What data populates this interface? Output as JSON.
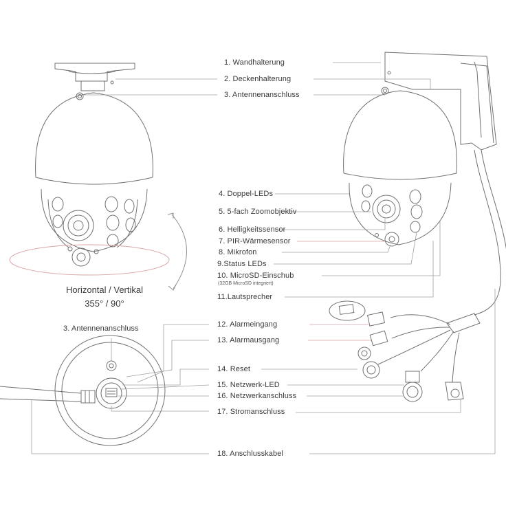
{
  "labels": {
    "l1": "1. Wandhalterung",
    "l2": "2. Deckenhalterung",
    "l3": "3. Antennenanschluss",
    "l4": "4. Doppel-LEDs",
    "l5": "5. 5-fach Zoomobjektiv",
    "l6": "6. Helligkeitssensor",
    "l7": "7. PIR-Wärmesensor",
    "l8": "8. Mikrofon",
    "l9": "9.Status LEDs",
    "l10": "10. MicroSD-Einschub",
    "l10_sub": "(32GB MicroSD integriert)",
    "l11": "11.Lautsprecher",
    "l12": "12. Alarmeingang",
    "l13": "13. Alarmausgang",
    "l14": "14. Reset",
    "l15": "15. Netzwerk-LED",
    "l16": "16. Netzwerkanschluss",
    "l17": "17. Stromanschluss",
    "l18": "18. Anschlusskabel",
    "bottom_antenna": "3. Antennenanschluss"
  },
  "rotation": {
    "line1": "Horizontal / Vertikal",
    "line2": "355° / 90°"
  },
  "colors": {
    "line_gray": "#a0a0a0",
    "line_red": "#d9a3a3",
    "drawing": "#6e6e6e"
  }
}
